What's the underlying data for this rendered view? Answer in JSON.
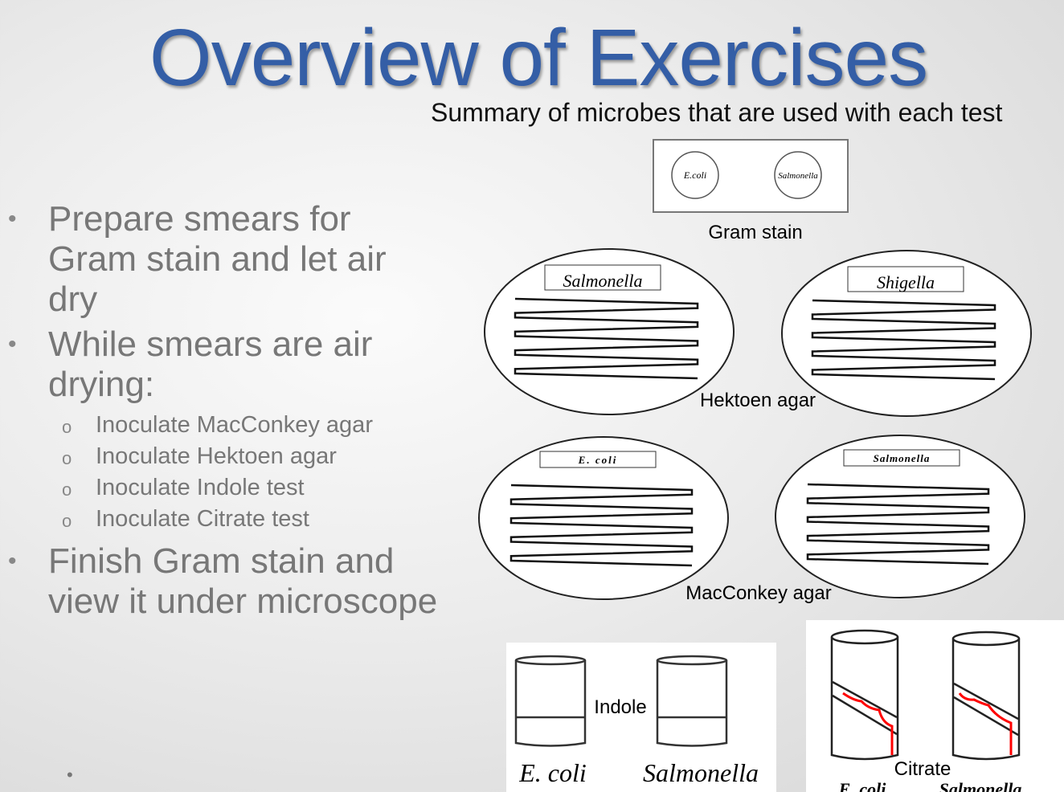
{
  "title": "Overview of Exercises",
  "subtitle": "Summary of microbes that are used with each test",
  "bullets": [
    {
      "text": "Prepare smears for Gram stain and let air dry",
      "lines": [
        "Prepare smears for",
        "Gram stain and let air",
        "dry"
      ]
    },
    {
      "text": "While smears are air drying:",
      "lines": [
        "While smears are air",
        "drying:"
      ],
      "sub": [
        "Inoculate MacConkey agar",
        "Inoculate Hektoen agar",
        "Inoculate Indole test",
        "Inoculate Citrate test"
      ]
    },
    {
      "text": "Finish Gram stain and view it under microscope",
      "lines": [
        "Finish Gram stain and",
        "view it under microscope"
      ]
    }
  ],
  "diagram": {
    "gram_stain": {
      "label": "Gram stain",
      "circles": [
        "E.coli",
        "Salmonella"
      ]
    },
    "hektoen": {
      "label": "Hektoen agar",
      "plates": [
        "Salmonella",
        "Shigella"
      ]
    },
    "macconkey": {
      "label": "MacConkey agar",
      "plates": [
        "E. coli",
        "Salmonella"
      ]
    },
    "indole": {
      "label": "Indole",
      "tubes": [
        "E. coli",
        "Salmonella"
      ]
    },
    "citrate": {
      "label": "Citrate",
      "tubes": [
        "E. coli",
        "Salmonella"
      ],
      "streak_color": "#ff0000"
    }
  },
  "colors": {
    "title": "#345ea6",
    "bullet_text": "#777777"
  }
}
